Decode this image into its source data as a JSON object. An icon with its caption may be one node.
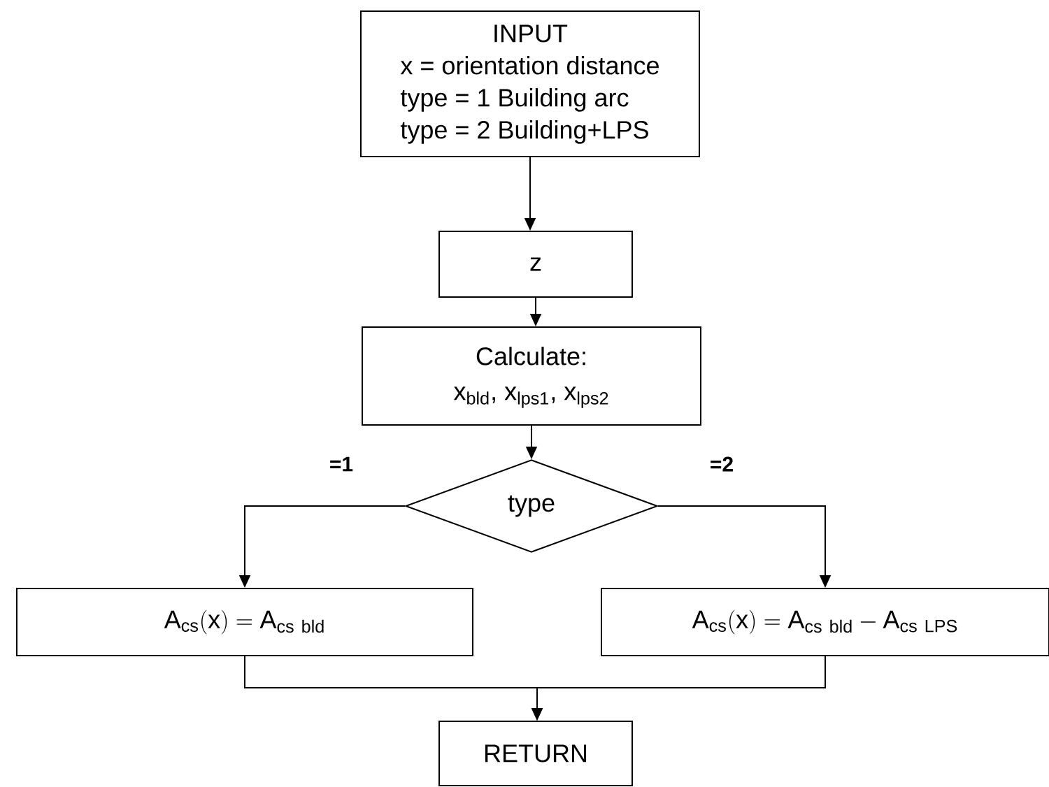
{
  "diagram": {
    "nodes": [
      {
        "text": [
          "INPUT",
          "x = orientation distance",
          "type = 1 Building arc",
          "type = 2 Building+LPS"
        ]
      },
      {
        "text": [
          "z"
        ]
      },
      {
        "text": [
          "Calculate:",
          "x$_{bld}$, x$_{lps1}$, x$_{lps2}$"
        ]
      },
      {
        "text": [
          "type"
        ]
      },
      {
        "text": [
          "\\mathrm{A_{cs}(x)=A_{cs\\ bld}}"
        ]
      },
      {
        "text": [
          "\\mathrm{A_{cs}(x)=A_{cs\\ bld}} - \\mathrm{A_{cs\\ LPS}}"
        ]
      },
      {
        "text": [
          "RETURN"
        ]
      }
    ],
    "edges": [
      {
        "from": 0,
        "to": 1,
        "arrow": "to"
      },
      {
        "from": 1,
        "to": 2,
        "arrow": "to"
      },
      {
        "from": 2,
        "to": 3,
        "arrow": "to"
      },
      {
        "from": 3,
        "to": 4,
        "arrow": "to",
        "label": "=1"
      },
      {
        "from": 3,
        "to": 5,
        "arrow": "to",
        "label": "=2"
      },
      {
        "from": 4,
        "to": 6,
        "arrow": "to"
      },
      {
        "from": 5,
        "to": 6,
        "arrow": "to"
      }
    ]
  }
}
